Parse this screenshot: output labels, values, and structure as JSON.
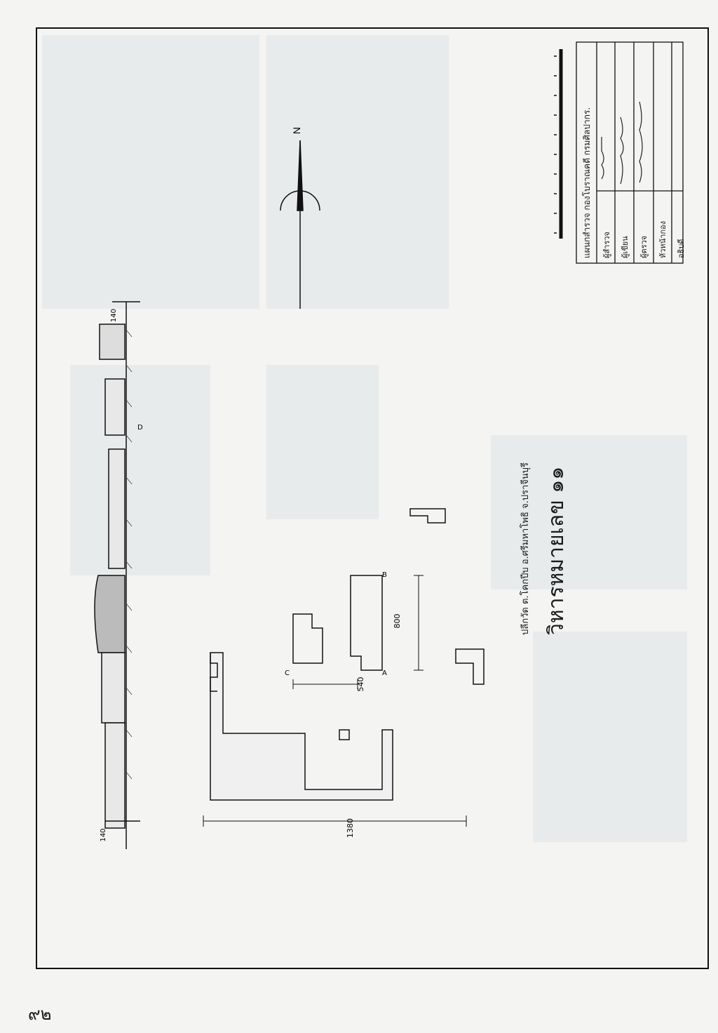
{
  "drawing": {
    "title": "วิหารหมายเลข ๑๑",
    "subtitle": "ปลีกวัด  ต.โคกปีบ  อ.ศรีมหาโพธิ  จ.ปราจีนบุรี",
    "north_label": "N",
    "dimensions": {
      "width_c": "540",
      "depth_ab": "800",
      "overall": "1380",
      "section_top": "140",
      "section_bottom": "140"
    },
    "point_labels": [
      "A",
      "B",
      "C",
      "D"
    ]
  },
  "title_block": {
    "header": "แผนกสำรวจ  กองโบราณคดี  กรมศิลปากร.",
    "rows": [
      {
        "label": "ผู้สำรวจ",
        "signature": "signed"
      },
      {
        "label": "ผู้เขียน",
        "signature": "signed"
      },
      {
        "label": "ผู้ตรวจ",
        "signature": "signed"
      },
      {
        "label": "หัวหน้ากอง",
        "signature": ""
      },
      {
        "label": "อธิบดี",
        "signature": ""
      }
    ]
  },
  "page_number": "๙๒"
}
